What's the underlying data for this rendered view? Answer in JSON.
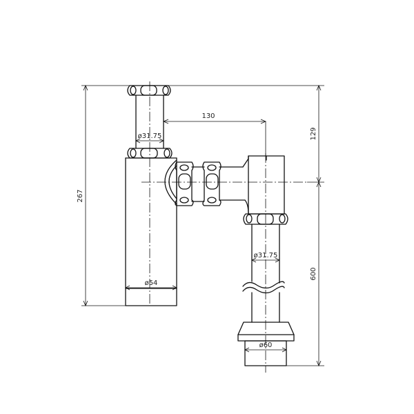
{
  "dimensions": {
    "overall_height": "267",
    "center_spacing": "130",
    "right_height": "129",
    "pipe_length": "600",
    "inlet_diameter": "ø31.75",
    "outlet_diameter": "ø31.75",
    "body_diameter": "ø54",
    "flange_diameter": "ø60"
  }
}
